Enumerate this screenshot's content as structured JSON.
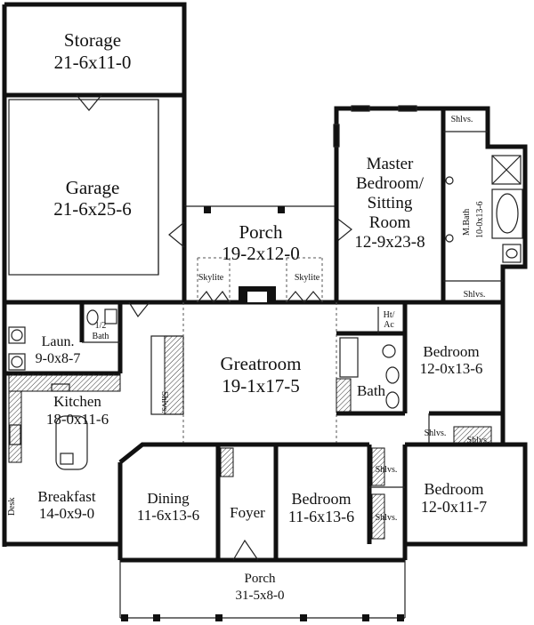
{
  "rooms": {
    "storage": {
      "name": "Storage",
      "dims": "21-6x11-0"
    },
    "garage": {
      "name": "Garage",
      "dims": "21-6x25-6"
    },
    "porch_top": {
      "name": "Porch",
      "dims": "19-2x12-0"
    },
    "master": {
      "line1": "Master",
      "line2": "Bedroom/",
      "line3": "Sitting",
      "line4": "Room",
      "dims": "12-9x23-8"
    },
    "mbath": {
      "name": "M.Bath",
      "dims": "10-0x13-6"
    },
    "laundry": {
      "name": "Laun.",
      "dims": "9-0x8-7"
    },
    "half_bath": {
      "line1": "1/2",
      "line2": "Bath"
    },
    "kitchen": {
      "name": "Kitchen",
      "dims": "18-0x11-6"
    },
    "greatroom": {
      "name": "Greatroom",
      "dims": "19-1x17-5"
    },
    "bath": {
      "name": "Bath"
    },
    "bedroom_right_top": {
      "name": "Bedroom",
      "dims": "12-0x13-6"
    },
    "breakfast": {
      "name": "Breakfast",
      "dims": "14-0x9-0"
    },
    "dining": {
      "name": "Dining",
      "dims": "11-6x13-6"
    },
    "foyer": {
      "name": "Foyer"
    },
    "bedroom_center": {
      "name": "Bedroom",
      "dims": "11-6x13-6"
    },
    "bedroom_right_bottom": {
      "name": "Bedroom",
      "dims": "12-0x11-7"
    },
    "porch_front": {
      "name": "Porch",
      "dims": "31-5x8-0"
    }
  },
  "labels": {
    "skylite_left": "Skylite",
    "skylite_right": "Skylite",
    "shlvs_master_top": "Shlvs.",
    "shlvs_master_bottom": "Shlvs.",
    "shlvs_greatroom": "Shlvs.",
    "ht_ac_1": "Ht/",
    "ht_ac_2": "Ac",
    "shlvs_bed_a": "Shlvs.",
    "shlvs_bed_b": "Shlvs.",
    "shlvs_bed_c": "Shlvs.",
    "shlvs_bed_d": "Shlvs.",
    "desk": "Desk"
  }
}
